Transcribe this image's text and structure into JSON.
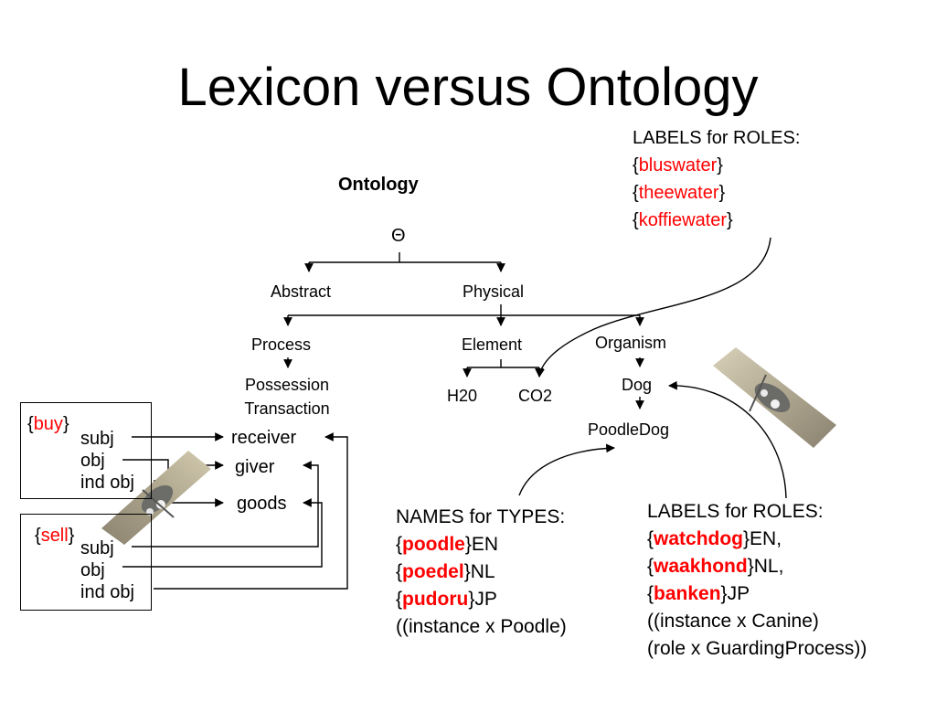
{
  "title": "Lexicon versus Ontology",
  "ontology": {
    "heading": "Ontology",
    "root": "Θ",
    "abstract": "Abstract",
    "physical": "Physical",
    "process": "Process",
    "element": "Element",
    "organism": "Organism",
    "possession_transaction": [
      "Possession",
      "Transaction"
    ],
    "h2o": "H20",
    "co2": "CO2",
    "dog": "Dog",
    "poodledog": "PoodleDog",
    "roles": {
      "receiver": "receiver",
      "giver": "giver",
      "goods": "goods"
    }
  },
  "labels_water": {
    "heading": "LABELS for ROLES:",
    "items": [
      "bluswater",
      "theewater",
      "koffiewater"
    ]
  },
  "buy_frame": {
    "word": "buy",
    "slots": [
      "subj",
      "obj",
      "ind obj"
    ]
  },
  "sell_frame": {
    "word": "sell",
    "slots": [
      "subj",
      "obj",
      "ind obj"
    ]
  },
  "names_types": {
    "heading": "NAMES for TYPES:",
    "items": [
      {
        "word": "poodle",
        "lang": "EN"
      },
      {
        "word": "poedel",
        "lang": "NL"
      },
      {
        "word": "pudoru",
        "lang": "JP"
      }
    ],
    "instance": "((instance x Poodle)"
  },
  "labels_dog": {
    "heading": "LABELS for ROLES:",
    "items": [
      {
        "word": "watchdog",
        "lang": "EN,"
      },
      {
        "word": "waakhond",
        "lang": "NL,"
      },
      {
        "word": "banken",
        "lang": "JP"
      }
    ],
    "instance": "((instance x Canine)",
    "role": "(role x GuardingProcess))"
  },
  "colors": {
    "highlight": "#ff0000",
    "text": "#000000"
  },
  "icons": [
    "dog-photo",
    "dog-photo"
  ]
}
